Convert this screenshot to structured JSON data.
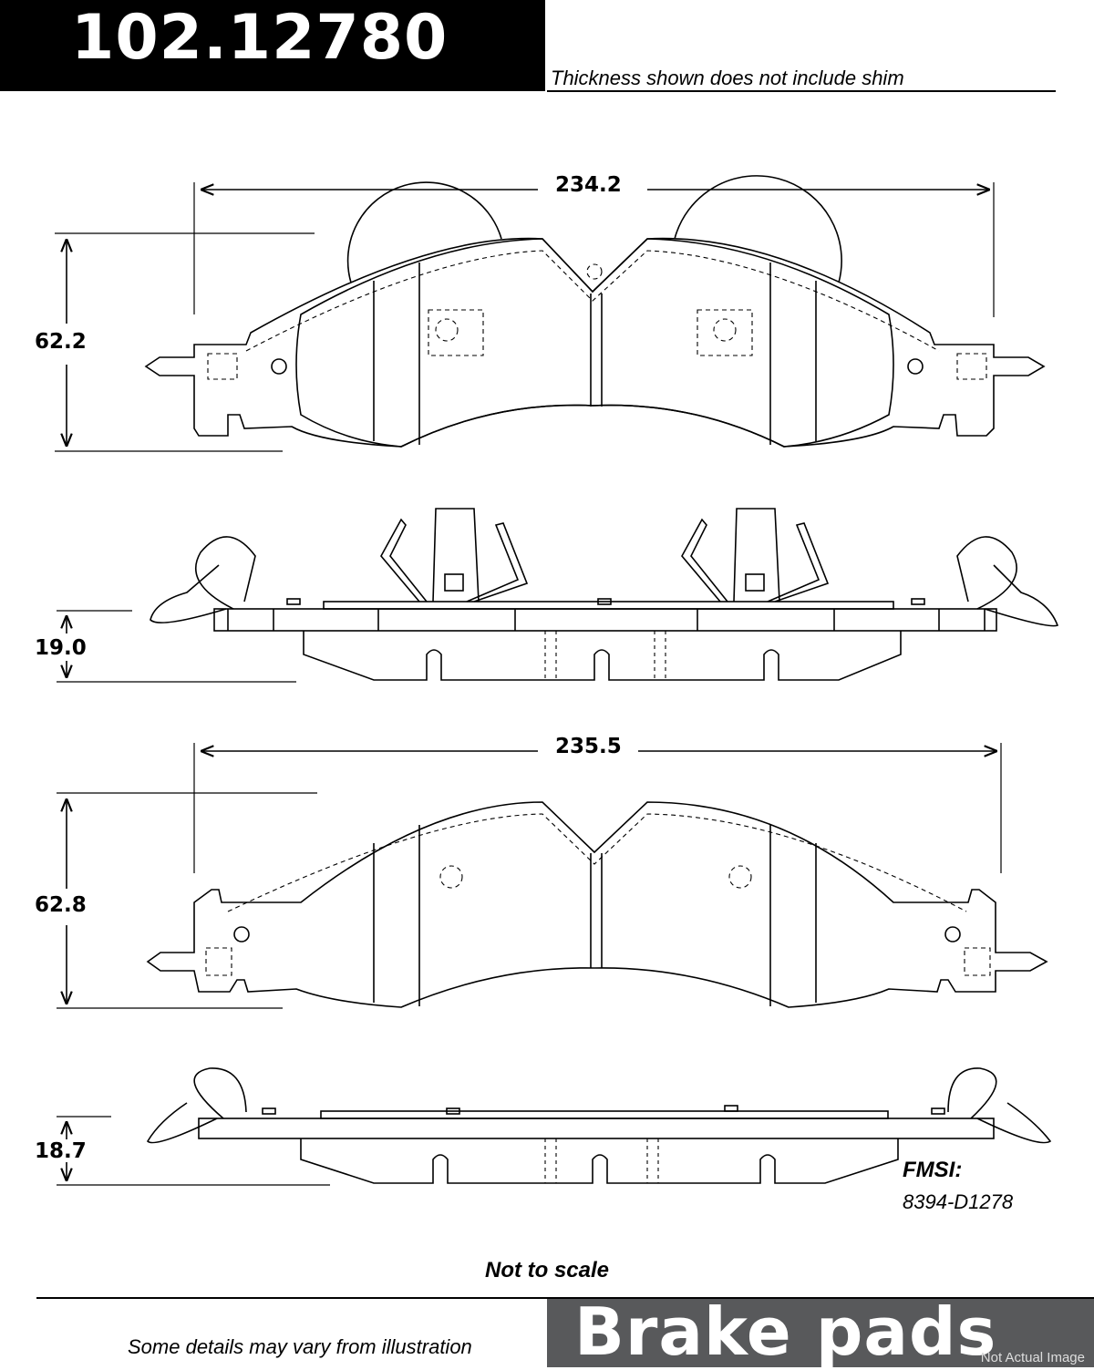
{
  "part_number": "102.12780",
  "header_note": "Thickness shown does not include shim",
  "dimensions": {
    "outer_width": "234.2",
    "outer_height": "62.2",
    "outer_thickness": "19.0",
    "inner_width": "235.5",
    "inner_height": "62.8",
    "inner_thickness": "18.7"
  },
  "fmsi": {
    "label": "FMSI:",
    "code": "8394-D1278"
  },
  "scale_note": "Not to scale",
  "footer_note": "Some details may vary from illustration",
  "category": "Brake pads",
  "image_disclaimer": "Not Actual Image"
}
